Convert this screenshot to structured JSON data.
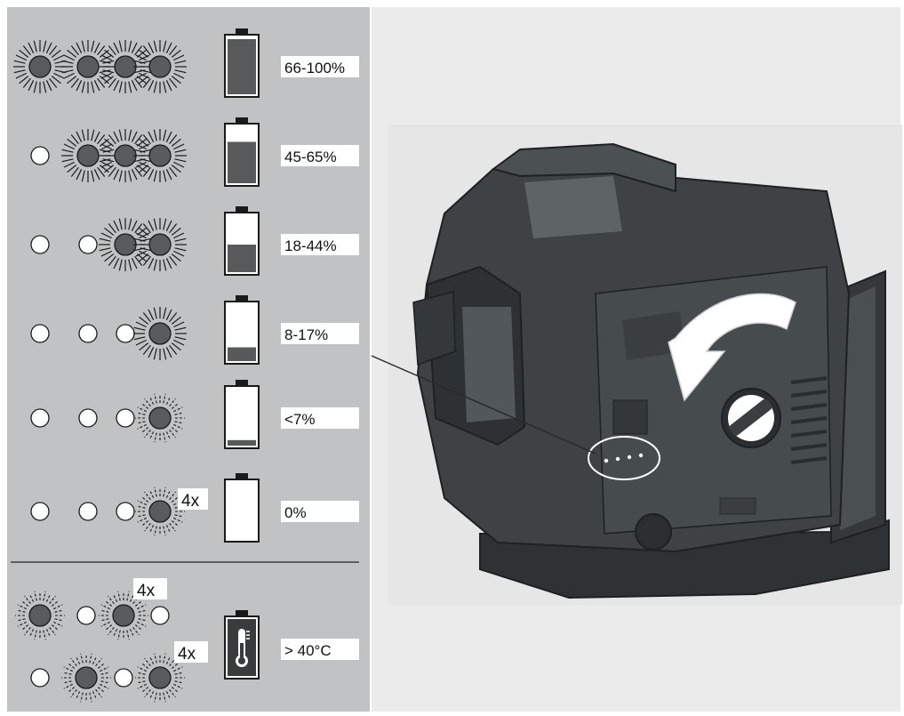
{
  "panel": {
    "rows": [
      {
        "id": "r1",
        "leds": [
          "on",
          "on",
          "on",
          "on"
        ],
        "battery_level": 1.0,
        "label": "66-100%",
        "multiplier": ""
      },
      {
        "id": "r2",
        "leds": [
          "off",
          "on",
          "on",
          "on"
        ],
        "battery_level": 0.75,
        "label": "45-65%",
        "multiplier": ""
      },
      {
        "id": "r3",
        "leds": [
          "off",
          "off",
          "on",
          "on"
        ],
        "battery_level": 0.5,
        "label": "18-44%",
        "multiplier": ""
      },
      {
        "id": "r4",
        "leds": [
          "off",
          "off",
          "off",
          "on"
        ],
        "battery_level": 0.25,
        "label": "8-17%",
        "multiplier": ""
      },
      {
        "id": "r5",
        "leds": [
          "off",
          "off",
          "off",
          "blink"
        ],
        "battery_level": 0.1,
        "label": "<7%",
        "multiplier": ""
      },
      {
        "id": "r6",
        "leds": [
          "off",
          "off",
          "off",
          "blink"
        ],
        "battery_level": 0.0,
        "label": "0%",
        "multiplier": "4x"
      }
    ],
    "temperature": {
      "label": "> 40°C",
      "multiplier_top": "4x",
      "multiplier_bottom": "4x",
      "leds_top": [
        "blink",
        "off",
        "blink",
        "off"
      ],
      "leds_bottom": [
        "off",
        "blink",
        "off",
        "blink"
      ]
    }
  },
  "icons": {
    "battery": "battery-icon",
    "thermometer": "thermometer-icon",
    "device": "laser-level-device-icon",
    "rotate_arrow": "rotate-arrow-icon"
  },
  "colors": {
    "panel_bg": "#c1c2c4",
    "right_bg": "#ebebeb",
    "led_on": "#5a5b5d",
    "battery_fill": "#58595b",
    "device_body": "#3e4244",
    "label_box": "#ffffff"
  }
}
